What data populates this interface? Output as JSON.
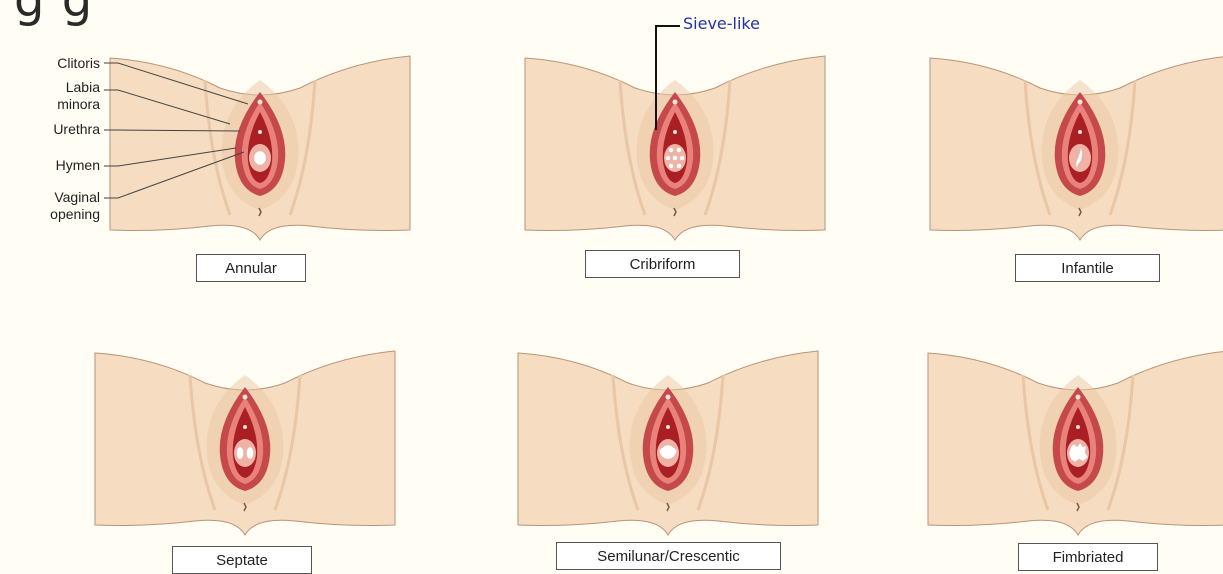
{
  "header": {
    "partial_title": "g    g"
  },
  "annotation": {
    "note": "Sieve-like"
  },
  "anatomy_labels": [
    "Clitoris",
    "Labia minora",
    "Urethra",
    "Hymen",
    "Vaginal opening"
  ],
  "anatomy_label_lines": [
    [
      "Clitoris"
    ],
    [
      "Labia",
      "minora"
    ],
    [
      "Urethra"
    ],
    [
      "Hymen"
    ],
    [
      "Vaginal",
      "opening"
    ]
  ],
  "hymen_types": [
    {
      "label": "Annular",
      "opening": "annular"
    },
    {
      "label": "Cribriform",
      "opening": "cribriform"
    },
    {
      "label": "Infantile",
      "opening": "infantile"
    },
    {
      "label": "Septate",
      "opening": "septate"
    },
    {
      "label": "Semilunar/Crescentic",
      "opening": "semilunar"
    },
    {
      "label": "Fimbriated",
      "opening": "fimbriated"
    }
  ],
  "colors": {
    "skin": "#f6dcc0",
    "skin_shadow": "#e9c7a6",
    "outline": "#b89478",
    "labia_outer": "#c5484a",
    "labia_inner": "#e8827a",
    "vestibule": "#a91f24",
    "hymen_rim": "#f0b2a4",
    "opening": "#ffffff",
    "annotation": "#2233a0"
  }
}
